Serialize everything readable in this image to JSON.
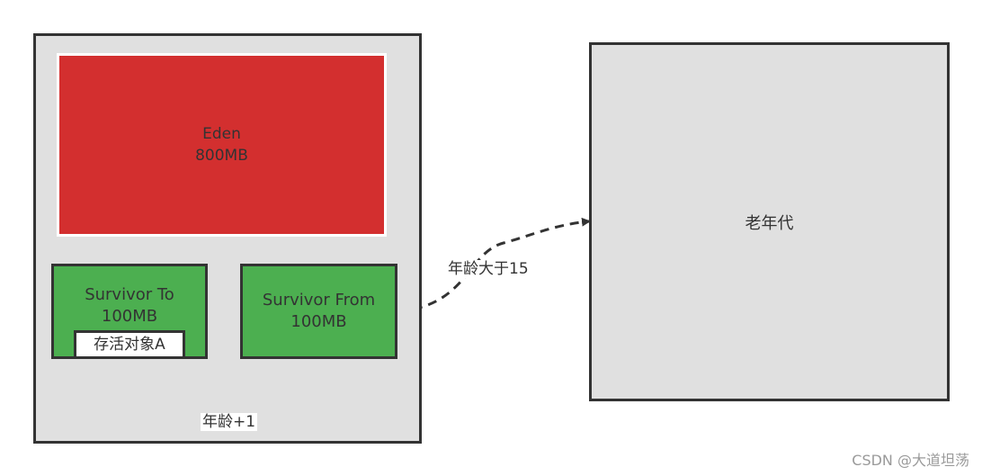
{
  "young_gen": {
    "eden": {
      "name": "Eden",
      "size": "800MB",
      "color": "#d32f2f"
    },
    "survivor_to": {
      "name": "Survivor To",
      "size": "100MB",
      "color": "#4caf50"
    },
    "survivor_from": {
      "name": "Survivor From",
      "size": "100MB",
      "color": "#4caf50"
    },
    "object": {
      "label": "存活对象A"
    }
  },
  "old_gen": {
    "name": "老年代"
  },
  "edges": {
    "promote": {
      "label": "年龄大于15"
    },
    "age_increment": {
      "label": "年龄+1"
    }
  },
  "watermark": "CSDN @大道坦荡"
}
